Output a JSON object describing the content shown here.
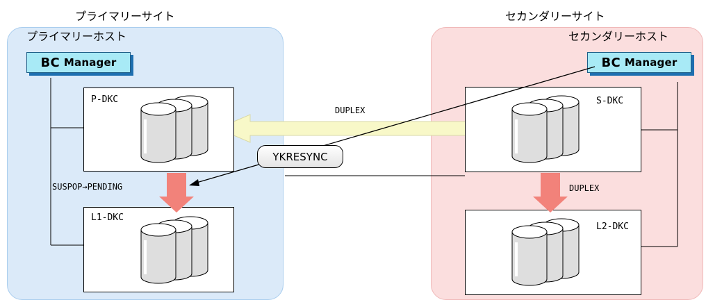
{
  "primary_site": {
    "title": "プライマリーサイト",
    "host_label": "プライマリーホスト",
    "bc_manager": {
      "prefix": "BC",
      "name": "Manager"
    },
    "main_storage": "P-DKC",
    "local_storage": "L1-DKC",
    "local_pair_state": "SUSPOP→PENDING"
  },
  "secondary_site": {
    "title": "セカンダリーサイト",
    "host_label": "セカンダリーホスト",
    "bc_manager": {
      "prefix": "BC",
      "name": "Manager"
    },
    "main_storage": "S-DKC",
    "local_storage": "L2-DKC",
    "local_pair_state": "DUPLEX"
  },
  "remote_copy_state": "DUPLEX",
  "command": "YKRESYNC",
  "colors": {
    "primary_bg": "#dbeaf9",
    "primary_border": "#a9cdee",
    "secondary_bg": "#fbdede",
    "secondary_border": "#f0b8b8",
    "copy_arrow": "#f8f8c8",
    "local_arrow": "#f2827a",
    "bc_manager_fill": "#a8eaf6"
  }
}
